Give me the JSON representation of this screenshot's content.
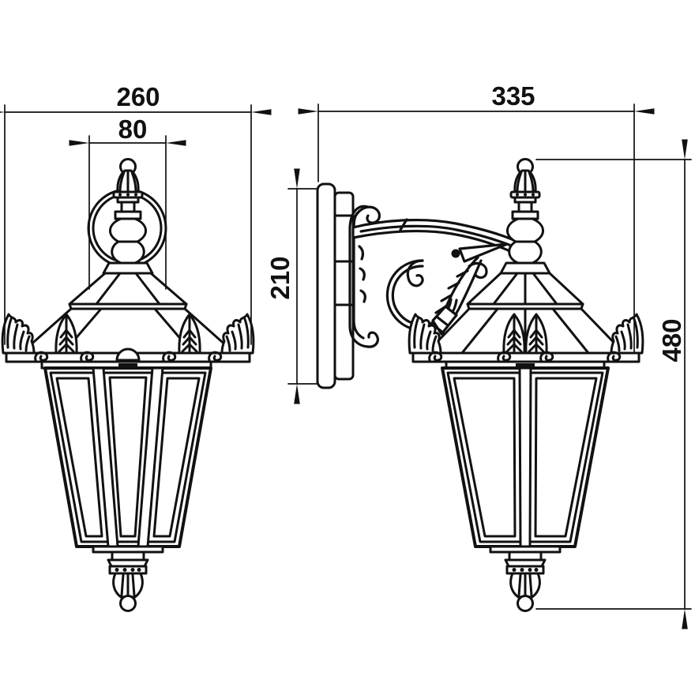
{
  "drawing": {
    "kind": "technical dimensional drawing, wall lantern, front and side views",
    "colors": {
      "line": "#111111",
      "background": "#ffffff"
    },
    "dimensions": {
      "overall_width": "260",
      "backplate_diameter": "80",
      "overall_depth": "335",
      "plate_height": "210",
      "overall_height": "480"
    }
  }
}
